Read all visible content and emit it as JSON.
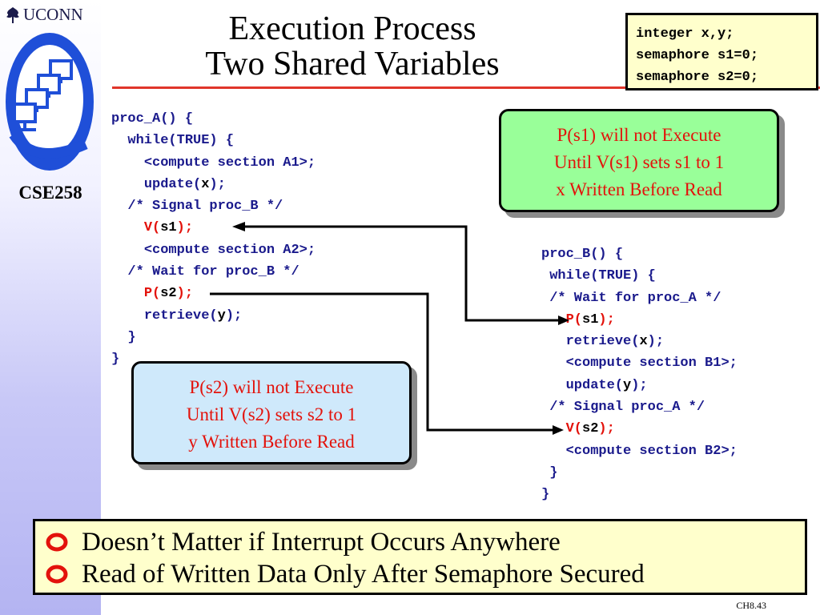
{
  "header": {
    "logo_text": "UCONN",
    "course_code": "CSE258",
    "title_line1": "Execution Process",
    "title_line2": "Two Shared Variables"
  },
  "declarations": [
    "integer x,y;",
    "semaphore s1=0;",
    "semaphore s2=0;"
  ],
  "proc_a": {
    "l1": "proc_A() {",
    "l2": "while(TRUE) {",
    "l3": "<compute section A1>;",
    "l4a": "update(",
    "l4b": "x",
    "l4c": ");",
    "l5": "/* Signal proc_B */",
    "l6a": "V(",
    "l6b": "s1",
    "l6c": ");",
    "l7": "<compute section A2>;",
    "l8": "/* Wait for proc_B */",
    "l9a": "P(",
    "l9b": "s2",
    "l9c": ");",
    "l10a": "retrieve(",
    "l10b": "y",
    "l10c": ");",
    "l11": "}",
    "l12": "}"
  },
  "proc_b": {
    "l1": "proc_B() {",
    "l2": "while(TRUE) {",
    "l3": "/* Wait for proc_A */",
    "l4a": "P(",
    "l4b": "s1",
    "l4c": ");",
    "l5a": "retrieve(",
    "l5b": "x",
    "l5c": ");",
    "l6": "<compute section B1>;",
    "l7a": "update(",
    "l7b": "y",
    "l7c": ");",
    "l8": "/* Signal proc_A */",
    "l9a": "V(",
    "l9b": "s2",
    "l9c": ");",
    "l10": "<compute section B2>;",
    "l11": "}",
    "l12": "}"
  },
  "callout_s1": [
    "P(s1) will not Execute",
    "Until V(s1) sets s1 to 1",
    "x Written Before Read"
  ],
  "callout_s2": [
    "P(s2) will not Execute",
    "Until V(s2) sets s2 to 1",
    "y Written Before Read"
  ],
  "bullets": [
    "Doesn’t Matter if Interrupt Occurs Anywhere",
    "Read of Written Data Only After Semaphore Secured"
  ],
  "footer": {
    "page": "CH8.43"
  },
  "colors": {
    "accent_red": "#e3120b",
    "code_blue": "#1a1a8c",
    "callout_green": "#99ff99",
    "callout_blue": "#cfe9fb",
    "box_yellow": "#ffffcc"
  }
}
